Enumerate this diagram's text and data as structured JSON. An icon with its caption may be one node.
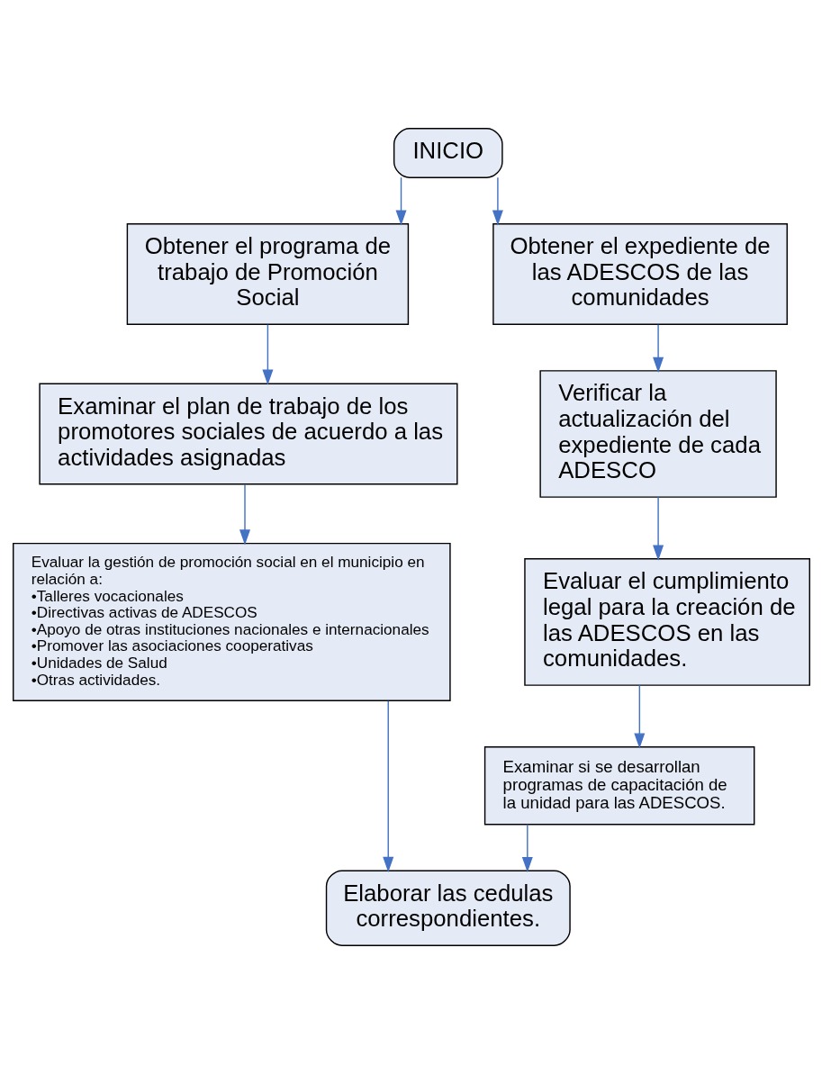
{
  "diagram": {
    "nodes": [
      {
        "text": [
          "INICIO"
        ]
      },
      {
        "text": [
          "Obtener el programa de trabajo de Promoción Social"
        ]
      },
      {
        "text": [
          "Obtener el expediente de las ADESCOS de las comunidades"
        ]
      },
      {
        "text": [
          "Examinar el plan de trabajo de los promotores sociales de acuerdo a las actividades asignadas"
        ]
      },
      {
        "text": [
          "Verificar la actualización del expediente de cada ADESCO"
        ]
      },
      {
        "text": [
          "Evaluar la gestión de promoción social en el municipio en relación a:",
          "•Talleres vocacionales",
          "•Directivas activas de ADESCOS",
          "•Apoyo de otras instituciones nacionales e internacionales",
          "•Promover las asociaciones cooperativas",
          "•Unidades de Salud",
          "•Otras actividades."
        ]
      },
      {
        "text": [
          "Evaluar el cumplimiento legal para la creación de las ADESCOS en las comunidades."
        ]
      },
      {
        "text": [
          "Examinar si se desarrollan programas de capacitación de la unidad para las ADESCOS."
        ]
      },
      {
        "text": [
          "Elaborar las cedulas correspondientes."
        ]
      }
    ],
    "edges": [
      {
        "from": 0,
        "to": 1,
        "arrow": "to"
      },
      {
        "from": 0,
        "to": 2,
        "arrow": "to"
      },
      {
        "from": 1,
        "to": 3,
        "arrow": "to"
      },
      {
        "from": 2,
        "to": 4,
        "arrow": "to"
      },
      {
        "from": 3,
        "to": 5,
        "arrow": "to"
      },
      {
        "from": 4,
        "to": 6,
        "arrow": "to"
      },
      {
        "from": 6,
        "to": 7,
        "arrow": "to"
      },
      {
        "from": 5,
        "to": 8,
        "arrow": "to"
      },
      {
        "from": 7,
        "to": 8,
        "arrow": "to"
      }
    ]
  }
}
